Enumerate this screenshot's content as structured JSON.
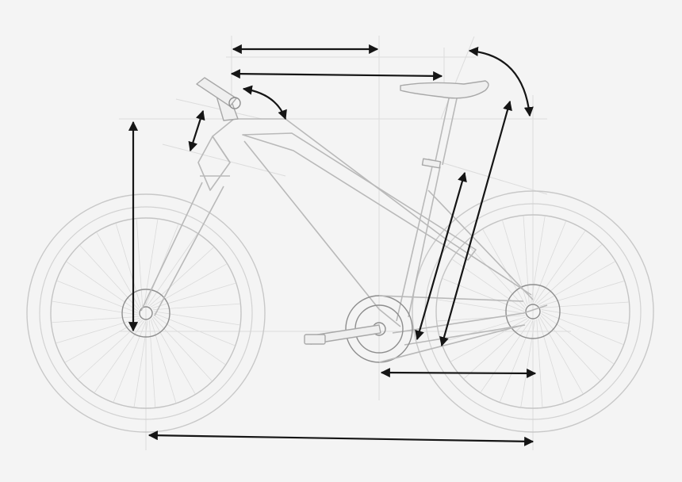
{
  "diagram": {
    "kind": "bicycle-geometry-dimensions",
    "colors": {
      "background": "#f4f4f4",
      "line_art": "#b9b9b9",
      "guide_lines": "#dcdcdc",
      "dimension_arrows": "#151515"
    },
    "dimension_arrows": [
      "reach-arrow",
      "top-tube-length-arrow",
      "seat-tube-angle-arrow",
      "head-tube-angle-arrow",
      "head-tube-length-arrow",
      "stack-arrow",
      "seat-tube-length-arrow",
      "effective-seat-height-arrow",
      "chainstay-length-arrow",
      "wheelbase-arrow"
    ],
    "labels": []
  }
}
